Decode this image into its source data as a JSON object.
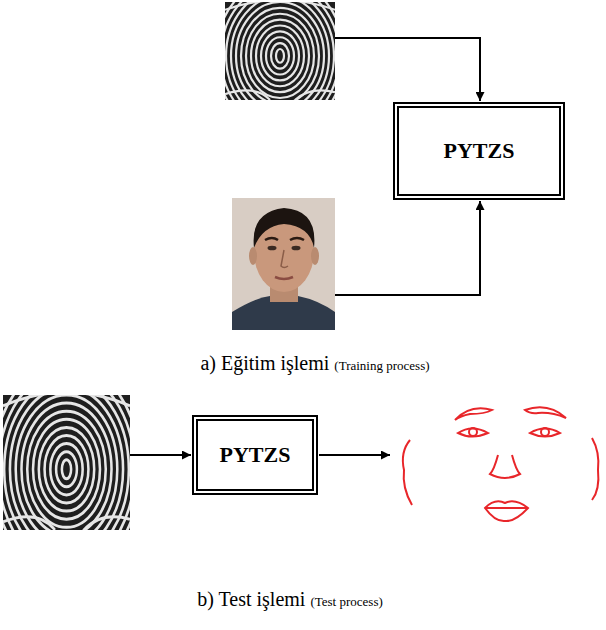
{
  "diagram": {
    "nodes": [
      {
        "text": [
          "PYTZS"
        ]
      },
      {
        "text": [
          "PYTZS"
        ]
      }
    ],
    "labels": [
      "a) Eğitim işlemi",
      "(Training process)",
      "b) Test işlemi",
      "(Test process)"
    ]
  }
}
